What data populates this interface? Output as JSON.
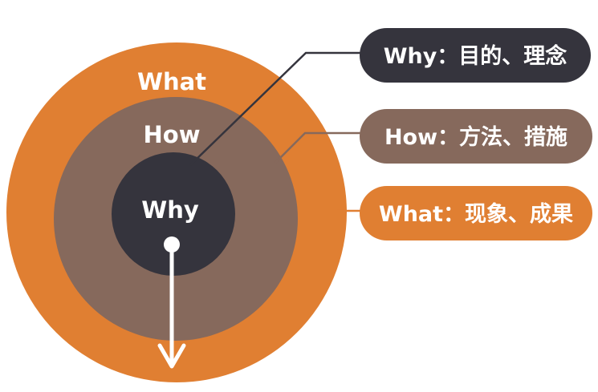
{
  "colors": {
    "what": "#E07F32",
    "how": "#86695C",
    "why": "#35343D",
    "line_why": "#35343D",
    "line_how": "#86695C",
    "line_what": "#E07F32",
    "arrow": "#ffffff"
  },
  "circles": {
    "outer_label": "What",
    "middle_label": "How",
    "inner_label": "Why"
  },
  "legend": {
    "why": "Why：目的、理念",
    "how": "How：方法、措施",
    "what": "What：现象、成果"
  }
}
